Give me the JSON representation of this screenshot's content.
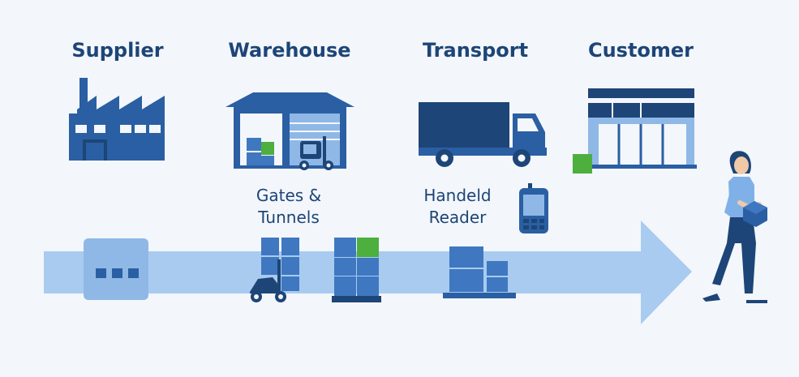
{
  "stages": [
    {
      "name": "supplier",
      "title": "Supplier"
    },
    {
      "name": "warehouse",
      "title": "Warehouse"
    },
    {
      "name": "transport",
      "title": "Transport"
    },
    {
      "name": "customer",
      "title": "Customer"
    }
  ],
  "labels": {
    "gates_tunnels": "Gates &\nTunnels",
    "handheld_reader": "Handeld\nReader"
  },
  "colors": {
    "dark_blue": "#2a5fa3",
    "navy": "#1d4577",
    "mid_blue": "#3f78c0",
    "light_blue": "#8fb8e6",
    "pale_blue": "#a9cbf0",
    "green": "#4caf3e",
    "background": "#f3f6fb"
  },
  "icons": [
    "factory-icon",
    "warehouse-icon",
    "truck-icon",
    "store-icon",
    "rfid-tag-icon",
    "forklift-icon",
    "pallet-icon",
    "handheld-reader-icon",
    "person-carrying-box-icon"
  ]
}
